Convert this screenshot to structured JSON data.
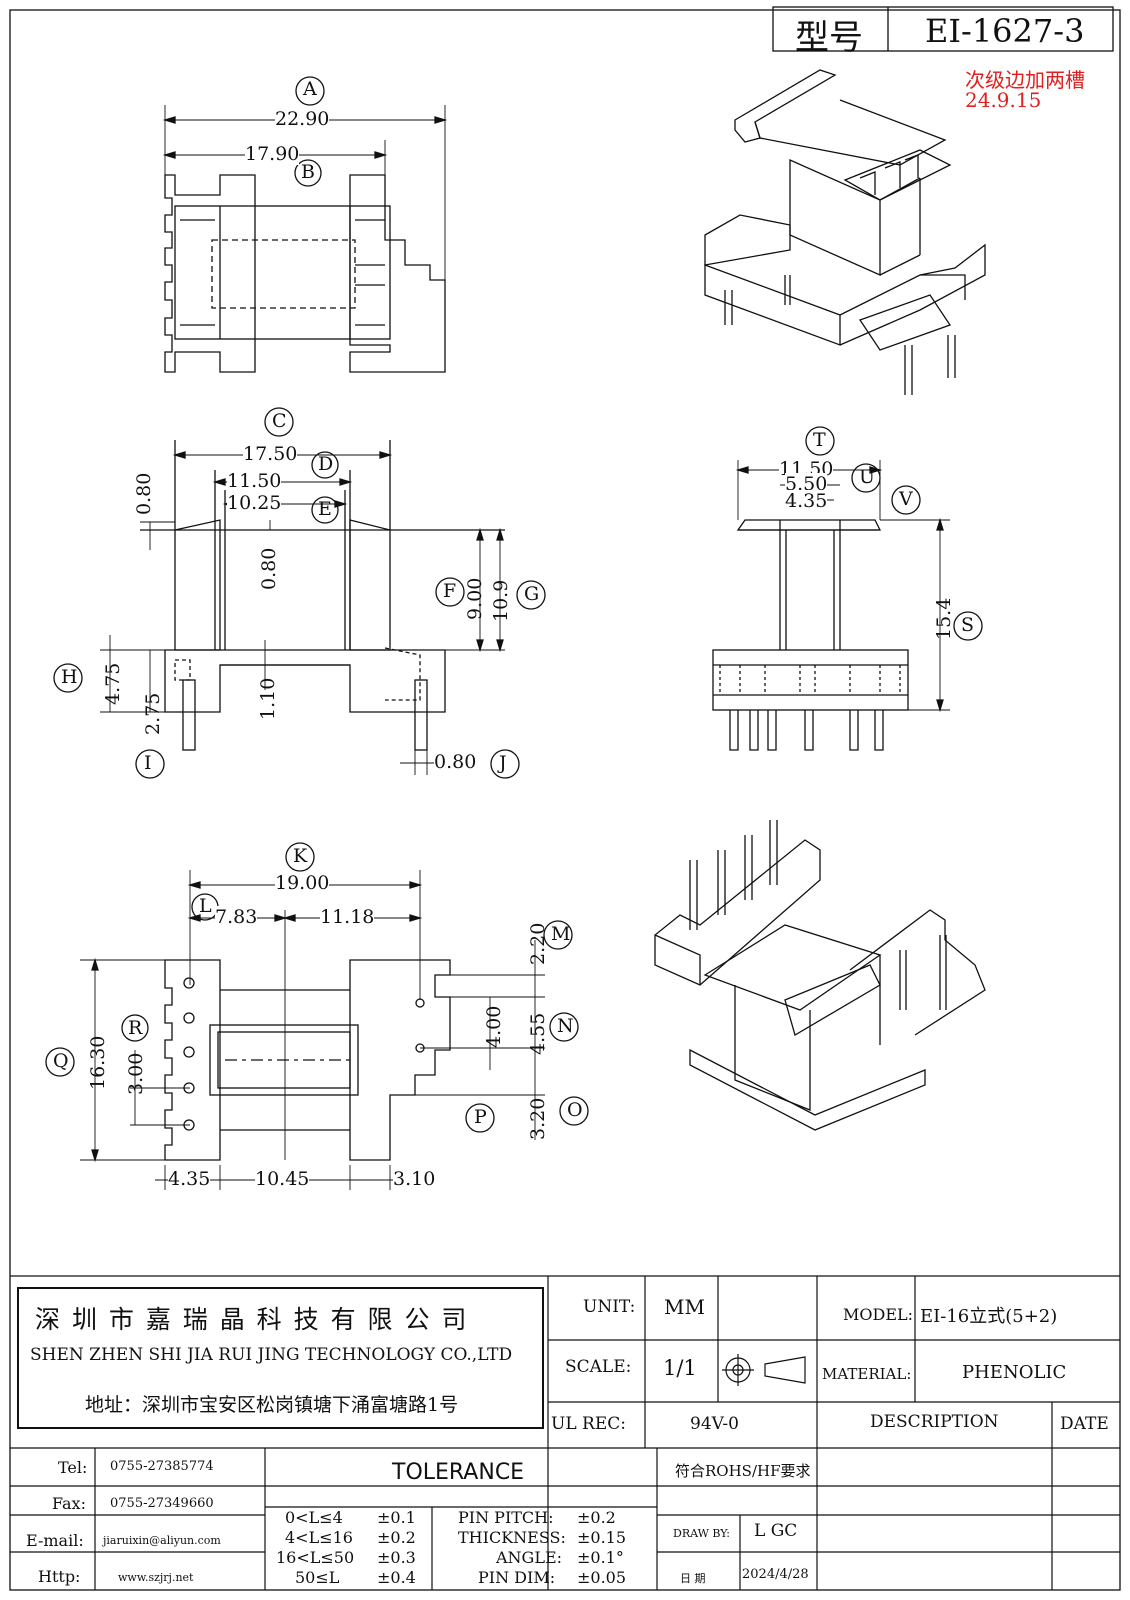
{
  "title_block_top": {
    "label": "型号",
    "value": "EI-1627-3"
  },
  "revision_note": {
    "line1": "次级边加两槽",
    "line2": "24.9.15"
  },
  "colors": {
    "line": "#111111",
    "note": "#e02020"
  },
  "views": {
    "top_view": {
      "callouts": {
        "A": "A",
        "B": "B"
      },
      "dims": {
        "A": "22.90",
        "B": "17.90"
      }
    },
    "front_view": {
      "callouts": {
        "C": "C",
        "D": "D",
        "E": "E",
        "F": "F",
        "G": "G",
        "H": "H",
        "I": "I",
        "J": "J"
      },
      "dims": {
        "C": "17.50",
        "D": "11.50",
        "E": "10.25",
        "top": "0.80",
        "mid": "0.80",
        "F": "9.00",
        "G": "10.9",
        "H": "4.75",
        "I": "2.75",
        "base": "1.10",
        "J": "0.80"
      }
    },
    "side_view": {
      "callouts": {
        "T": "T",
        "U": "U",
        "V": "V",
        "S": "S"
      },
      "dims": {
        "T": "11.50",
        "U": "5.50",
        "V": "4.35",
        "S": "15.4"
      }
    },
    "bottom_view": {
      "callouts": {
        "K": "K",
        "L": "L",
        "M": "M",
        "N": "N",
        "O": "O",
        "P": "P",
        "Q": "Q",
        "R": "R"
      },
      "dims": {
        "K": "19.00",
        "L": "7.83",
        "L2": "11.18",
        "M": "2.20",
        "N1": "4.00",
        "N": "4.55",
        "O": "3.20",
        "Q": "16.30",
        "R": "3.00",
        "b1": "4.35",
        "b2": "10.45",
        "b3": "3.10"
      }
    }
  },
  "company": {
    "name_cn": "深 圳 市 嘉 瑞 晶 科 技 有 限 公 司",
    "name_en": "SHEN ZHEN SHI  JIA RUI JING  TECHNOLOGY CO.,LTD",
    "address": "地址：深圳市宝安区松岗镇塘下涌富塘路1号"
  },
  "spec": {
    "unit_label": "UNIT:",
    "unit_value": "MM",
    "scale_label": "SCALE:",
    "scale_value": "1/1",
    "ul_label": "UL REC:",
    "ul_value": "94V-0",
    "model_label": "MODEL:",
    "model_value": "EI-16立式(5+2)",
    "material_label": "MATERIAL:",
    "material_value": "PHENOLIC",
    "description_label": "DESCRIPTION",
    "date_label": "DATE"
  },
  "contact": {
    "tel_label": "Tel:",
    "tel": "0755-27385774",
    "fax_label": "Fax:",
    "fax": "0755-27349660",
    "email_label": "E-mail:",
    "email": "jiaruixin@aliyun.com",
    "http_label": "Http:",
    "http": "www.szjrj.net"
  },
  "tolerance": {
    "title": "TOLERANCE",
    "ranges": [
      {
        "range": "0<L≤4",
        "tol": "±0.1"
      },
      {
        "range": "4<L≤16",
        "tol": "±0.2"
      },
      {
        "range": "16<L≤50",
        "tol": "±0.3"
      },
      {
        "range": "50≤L",
        "tol": "±0.4"
      }
    ],
    "specs": [
      {
        "name": "PIN PITCH:",
        "tol": "±0.2"
      },
      {
        "name": "THICKNESS:",
        "tol": "±0.15"
      },
      {
        "name": "ANGLE:",
        "tol": "±0.1°"
      },
      {
        "name": "PIN DIM:",
        "tol": "±0.05"
      }
    ]
  },
  "approval": {
    "rohs": "符合ROHS/HF要求",
    "draw_by_label": "DRAW BY:",
    "draw_by": "L GC",
    "date_label": "日 期",
    "date": "2024/4/28"
  }
}
